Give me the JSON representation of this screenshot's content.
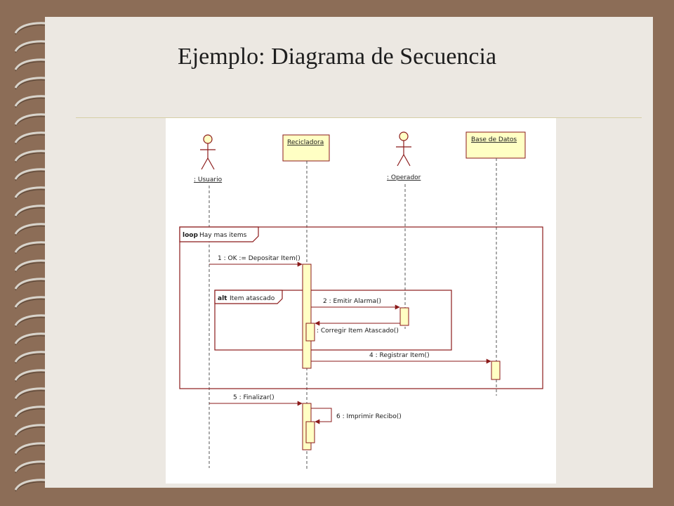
{
  "slide": {
    "title": "Ejemplo: Diagrama de Secuencia"
  },
  "diagram": {
    "lifelines": [
      {
        "id": "usuario",
        "kind": "actor",
        "label": ": Usuario"
      },
      {
        "id": "recicladora",
        "kind": "object",
        "label": "Recicladora"
      },
      {
        "id": "operador",
        "kind": "actor",
        "label": ": Operador"
      },
      {
        "id": "base-datos",
        "kind": "object",
        "label": "Base de Datos"
      }
    ],
    "fragments": [
      {
        "id": "loop",
        "operator": "loop",
        "guard": "Hay mas items"
      },
      {
        "id": "alt",
        "operator": "alt",
        "guard": "Item atascado"
      }
    ],
    "messages": [
      {
        "id": "m1",
        "label": "1 : OK := Depositar Item()",
        "from": "usuario",
        "to": "recicladora"
      },
      {
        "id": "m2",
        "label": "2 : Emitir Alarma()",
        "from": "recicladora",
        "to": "operador"
      },
      {
        "id": "m3",
        "label": ": Corregir Item Atascado()",
        "from": "operador",
        "to": "recicladora"
      },
      {
        "id": "m4",
        "label": "4 : Registrar Item()",
        "from": "recicladora",
        "to": "base-datos"
      },
      {
        "id": "m5",
        "label": "5 : Finalizar()",
        "from": "usuario",
        "to": "recicladora"
      },
      {
        "id": "m6",
        "label": "6 : Imprimir Recibo()",
        "from": "recicladora",
        "to": "recicladora"
      }
    ],
    "colors": {
      "stroke": "#8b1a1a",
      "fill": "#ffffc4",
      "box_stroke": "#8b1a1a"
    }
  }
}
